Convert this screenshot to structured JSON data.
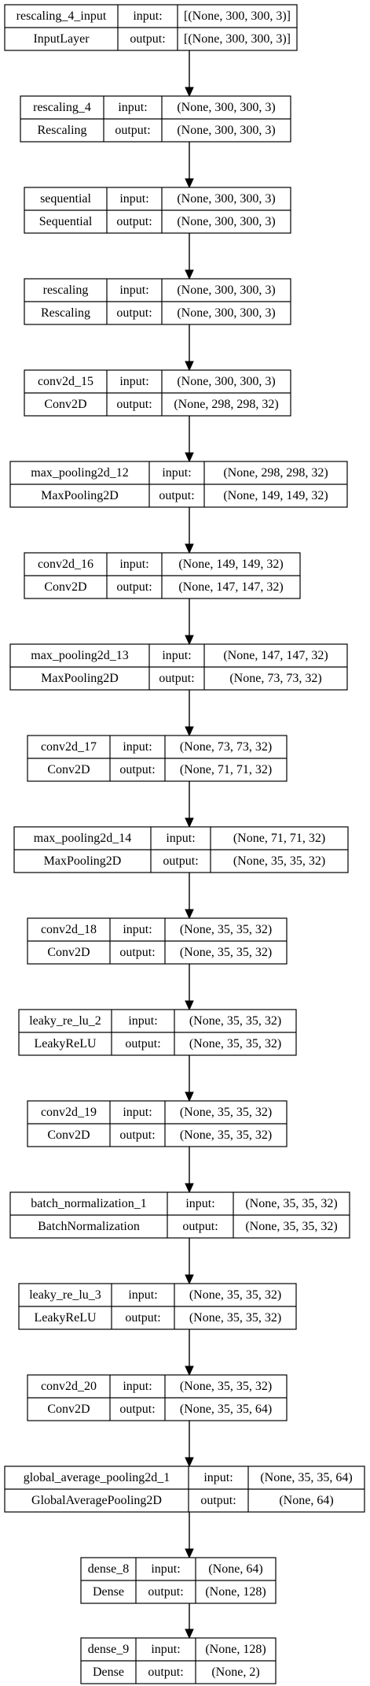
{
  "labels": {
    "input": "input:",
    "output": "output:"
  },
  "layers": [
    {
      "name": "rescaling_4_input",
      "type": "InputLayer",
      "input": "[(None, 300, 300, 3)]",
      "output": "[(None, 300, 300, 3)]"
    },
    {
      "name": "rescaling_4",
      "type": "Rescaling",
      "input": "(None, 300, 300, 3)",
      "output": "(None, 300, 300, 3)"
    },
    {
      "name": "sequential",
      "type": "Sequential",
      "input": "(None, 300, 300, 3)",
      "output": "(None, 300, 300, 3)"
    },
    {
      "name": "rescaling",
      "type": "Rescaling",
      "input": "(None, 300, 300, 3)",
      "output": "(None, 300, 300, 3)"
    },
    {
      "name": "conv2d_15",
      "type": "Conv2D",
      "input": "(None, 300, 300, 3)",
      "output": "(None, 298, 298, 32)"
    },
    {
      "name": "max_pooling2d_12",
      "type": "MaxPooling2D",
      "input": "(None, 298, 298, 32)",
      "output": "(None, 149, 149, 32)"
    },
    {
      "name": "conv2d_16",
      "type": "Conv2D",
      "input": "(None, 149, 149, 32)",
      "output": "(None, 147, 147, 32)"
    },
    {
      "name": "max_pooling2d_13",
      "type": "MaxPooling2D",
      "input": "(None, 147, 147, 32)",
      "output": "(None, 73, 73, 32)"
    },
    {
      "name": "conv2d_17",
      "type": "Conv2D",
      "input": "(None, 73, 73, 32)",
      "output": "(None, 71, 71, 32)"
    },
    {
      "name": "max_pooling2d_14",
      "type": "MaxPooling2D",
      "input": "(None, 71, 71, 32)",
      "output": "(None, 35, 35, 32)"
    },
    {
      "name": "conv2d_18",
      "type": "Conv2D",
      "input": "(None, 35, 35, 32)",
      "output": "(None, 35, 35, 32)"
    },
    {
      "name": "leaky_re_lu_2",
      "type": "LeakyReLU",
      "input": "(None, 35, 35, 32)",
      "output": "(None, 35, 35, 32)"
    },
    {
      "name": "conv2d_19",
      "type": "Conv2D",
      "input": "(None, 35, 35, 32)",
      "output": "(None, 35, 35, 32)"
    },
    {
      "name": "batch_normalization_1",
      "type": "BatchNormalization",
      "input": "(None, 35, 35, 32)",
      "output": "(None, 35, 35, 32)"
    },
    {
      "name": "leaky_re_lu_3",
      "type": "LeakyReLU",
      "input": "(None, 35, 35, 32)",
      "output": "(None, 35, 35, 32)"
    },
    {
      "name": "conv2d_20",
      "type": "Conv2D",
      "input": "(None, 35, 35, 32)",
      "output": "(None, 35, 35, 64)"
    },
    {
      "name": "global_average_pooling2d_1",
      "type": "GlobalAveragePooling2D",
      "input": "(None, 35, 35, 64)",
      "output": "(None, 64)"
    },
    {
      "name": "dense_8",
      "type": "Dense",
      "input": "(None, 64)",
      "output": "(None, 128)"
    },
    {
      "name": "dense_9",
      "type": "Dense",
      "input": "(None, 128)",
      "output": "(None, 2)"
    }
  ]
}
